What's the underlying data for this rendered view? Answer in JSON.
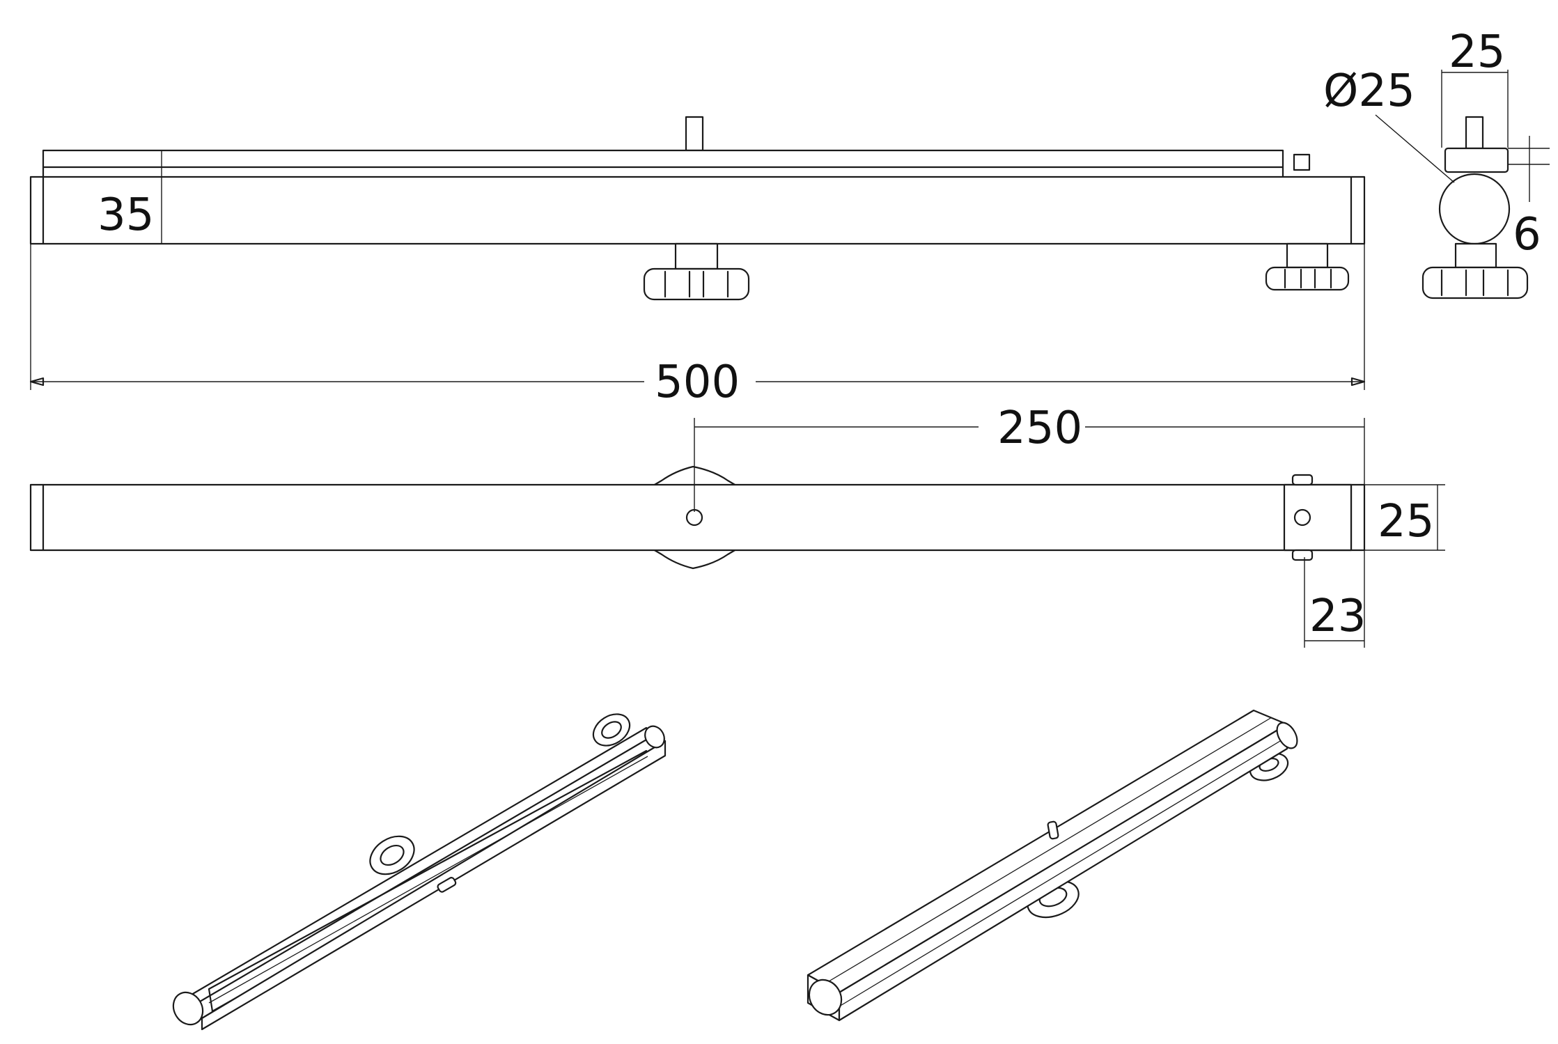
{
  "colors": {
    "line": "#1a1a1a",
    "background": "#ffffff"
  },
  "dimensions": {
    "length": "500",
    "height": "35",
    "half_length": "250",
    "width_top_view": "25",
    "end_offset": "23",
    "end_width": "25",
    "diameter": "Ø25",
    "small_gap": "6"
  }
}
